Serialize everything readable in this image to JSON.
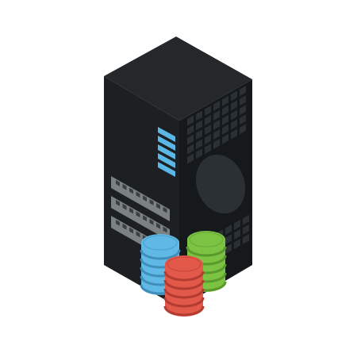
{
  "illustration": {
    "subject": "server-tower-icon",
    "parts": [
      "server-tower-icon",
      "database-stack-icon-blue",
      "database-stack-icon-green",
      "database-stack-icon-red"
    ]
  },
  "colors": {
    "background": "#ffffff",
    "tower_top": "#24282a",
    "tower_left": "#1c2023",
    "tower_right": "#15191b",
    "tower_detail": "#2a3033",
    "vent_blue": "#5bb8e6",
    "drive_bay": "#7c8184",
    "drive_slot": "#3a3f42",
    "db_blue": "#5fb9e4",
    "db_blue_dark": "#3f8fba",
    "db_green": "#7cc243",
    "db_green_dark": "#5a9a2d",
    "db_red": "#e2594a",
    "db_red_dark": "#b23c31"
  }
}
